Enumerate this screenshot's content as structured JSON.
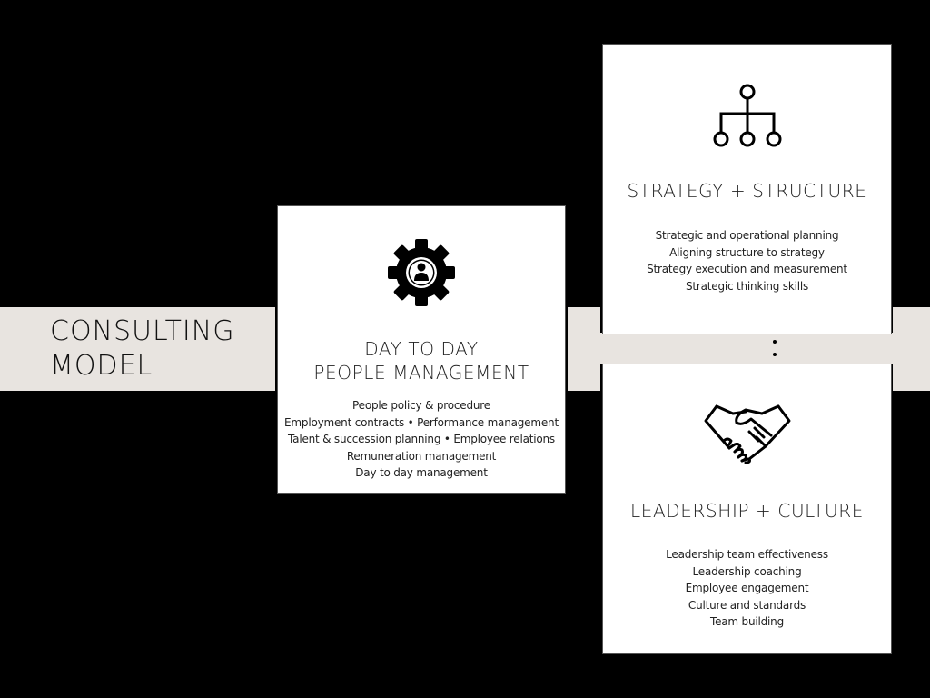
{
  "title": {
    "line1": "CONSULTING",
    "line2": "MODEL"
  },
  "colors": {
    "background": "#000000",
    "band": "#e8e4e0",
    "card": "#ffffff",
    "text": "#222222"
  },
  "cards": {
    "people": {
      "icon": "gear-person-icon",
      "heading_line1": "DAY TO DAY",
      "heading_line2": "PEOPLE MANAGEMENT",
      "items": [
        "People policy & procedure",
        "Employment contracts • Performance management",
        "Talent & succession planning • Employee relations",
        "Remuneration management",
        "Day to day management"
      ]
    },
    "strategy": {
      "icon": "org-chart-icon",
      "heading": "STRATEGY + STRUCTURE",
      "items": [
        "Strategic and operational planning",
        "Aligning structure to strategy",
        "Strategy execution and measurement",
        "Strategic thinking skills"
      ]
    },
    "leadership": {
      "icon": "handshake-icon",
      "heading": "LEADERSHIP + CULTURE",
      "items": [
        "Leadership team effectiveness",
        "Leadership coaching",
        "Employee engagement",
        "Culture and standards",
        "Team building"
      ]
    }
  }
}
